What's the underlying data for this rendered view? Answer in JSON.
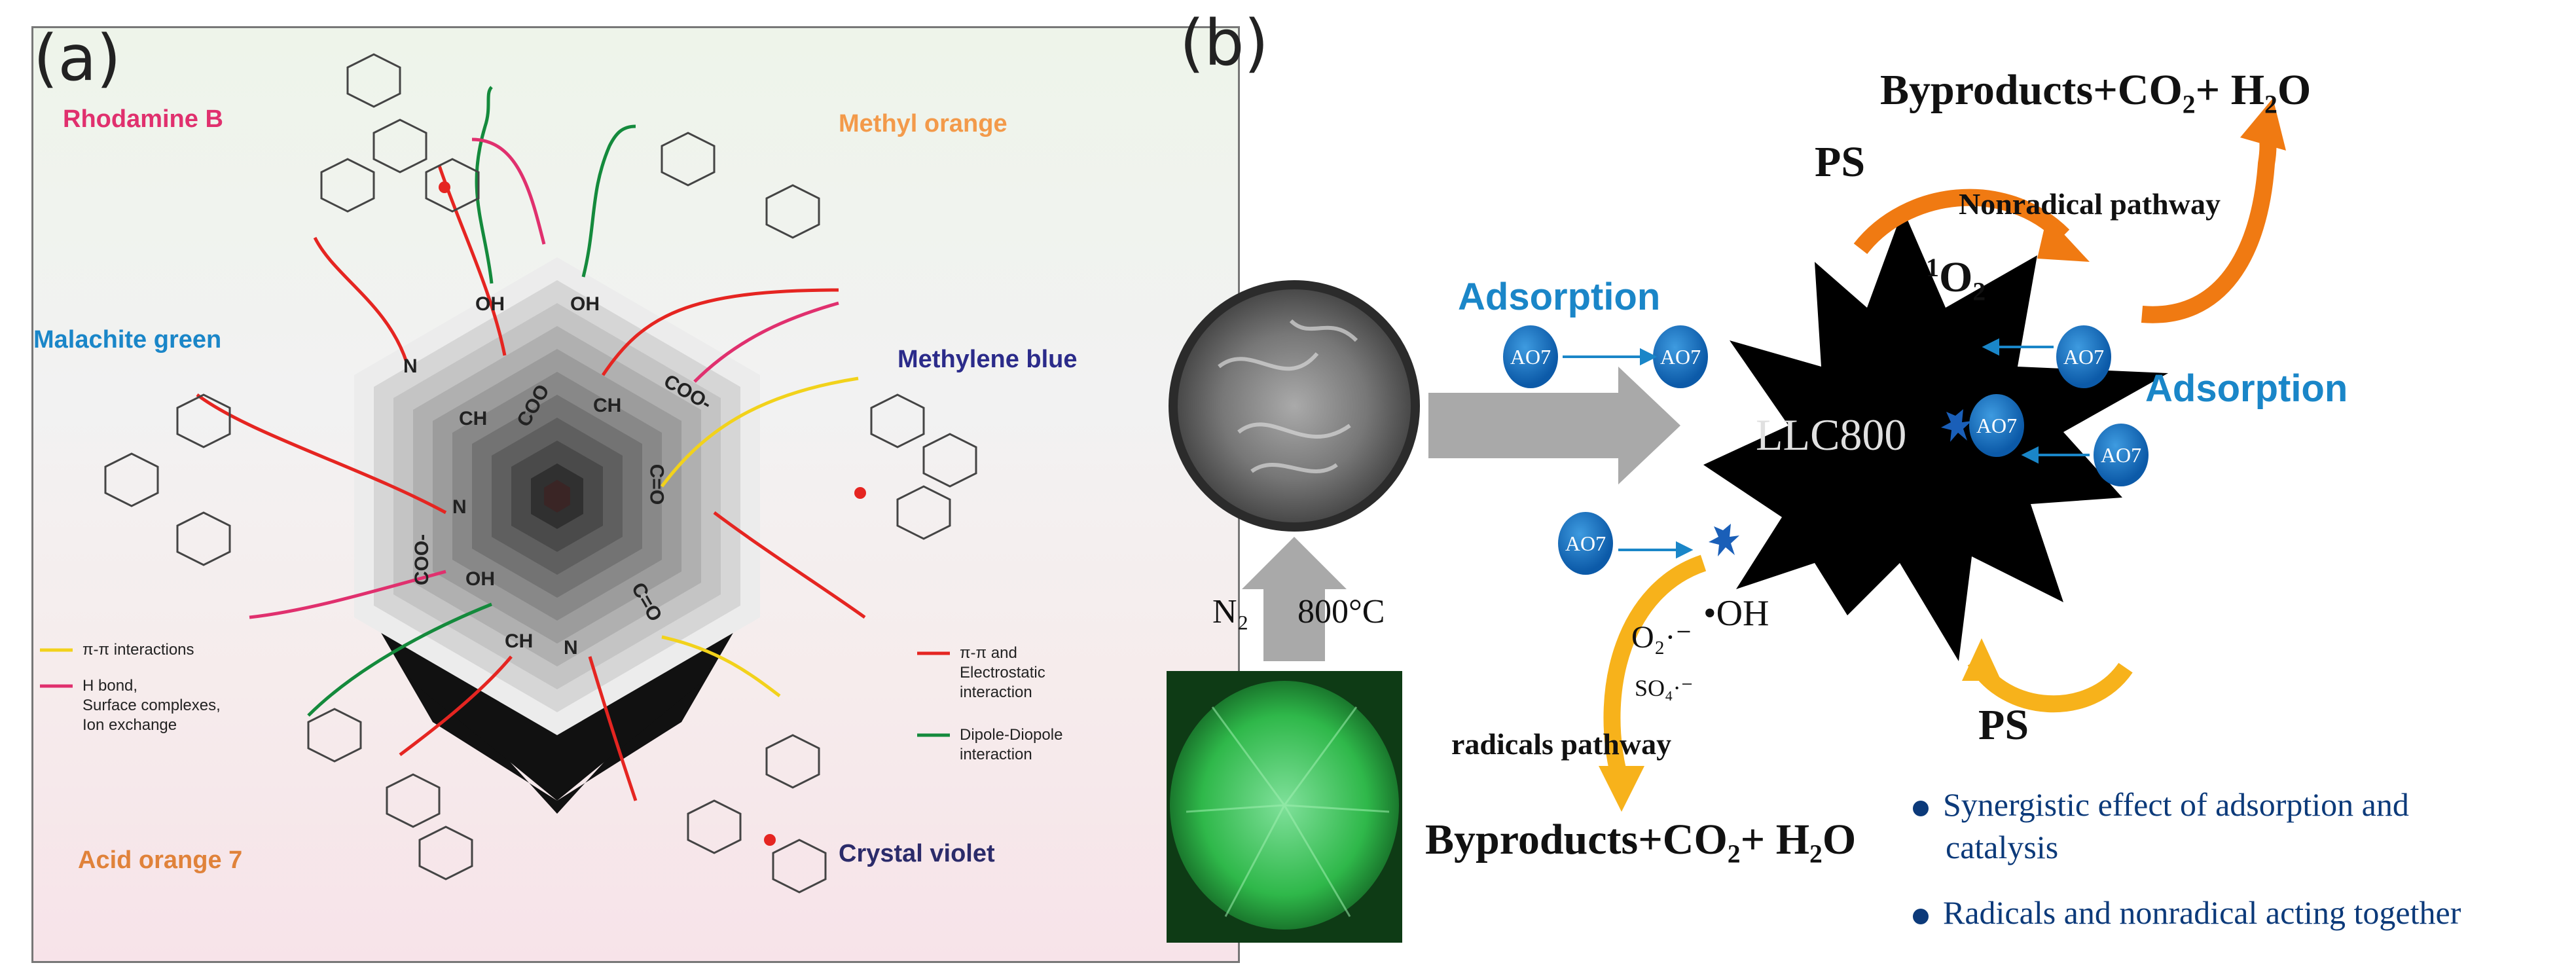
{
  "panel_a": {
    "label": "(a)",
    "dyes": {
      "rhodamine_b": "Rhodamine B",
      "methyl_orange": "Methyl orange",
      "malachite_green": "Malachite green",
      "methylene_blue": "Methylene blue",
      "acid_orange_7": "Acid orange 7",
      "crystal_violet": "Crystal violet"
    },
    "groups": {
      "oh1": "OH",
      "oh2": "OH",
      "n1": "N",
      "ch1": "CH",
      "coo1": "COO",
      "ch2": "CH",
      "coo2": "COO-",
      "n2": "N",
      "co1": "C=O",
      "coo3": "COO-",
      "oh3": "OH",
      "co2": "C=O",
      "ch3": "CH",
      "n3": "N"
    },
    "legend": {
      "pi_pi": "π-π interactions",
      "h_bond_1": "H bond,",
      "h_bond_2": "Surface complexes,",
      "h_bond_3": "Ion exchange",
      "pi_es_1": "π-π and",
      "pi_es_2": "Electrostatic",
      "pi_es_3": "interaction",
      "dipole_1": "Dipole-Diopole",
      "dipole_2": "interaction"
    },
    "colors": {
      "pi_pi": "#f2d21b",
      "h_bond": "#e0306e",
      "pi_es": "#e52521",
      "dipole": "#148a3c"
    }
  },
  "panel_b": {
    "label": "(b)",
    "byproducts_top": "Byproducts+CO₂+ H₂O",
    "byproducts_bottom": "Byproducts+CO₂+ H₂O",
    "ps_top": "PS",
    "ps_bottom": "PS",
    "nonradical": "Nonradical pathway",
    "singlet_sup": "1",
    "singlet": "O₂",
    "adsorption_left": "Adsorption",
    "adsorption_right": "Adsorption",
    "ao7": "AO7",
    "catalyst": "LLC800",
    "n2": "N₂",
    "temp": "800°C",
    "superoxide": "O₂·⁻",
    "hydroxyl": "•OH",
    "sulfate": "SO₄·⁻",
    "radicals": "radicals pathway",
    "bullet_1a": "Synergistic effect of adsorption and",
    "bullet_1b": "catalysis",
    "bullet_2": "Radicals and nonradical acting together",
    "colors": {
      "blue": "#1a86c8",
      "orange": "#f07a12",
      "yellow": "#f7b21b",
      "text_blue": "#0c3a7a"
    }
  }
}
